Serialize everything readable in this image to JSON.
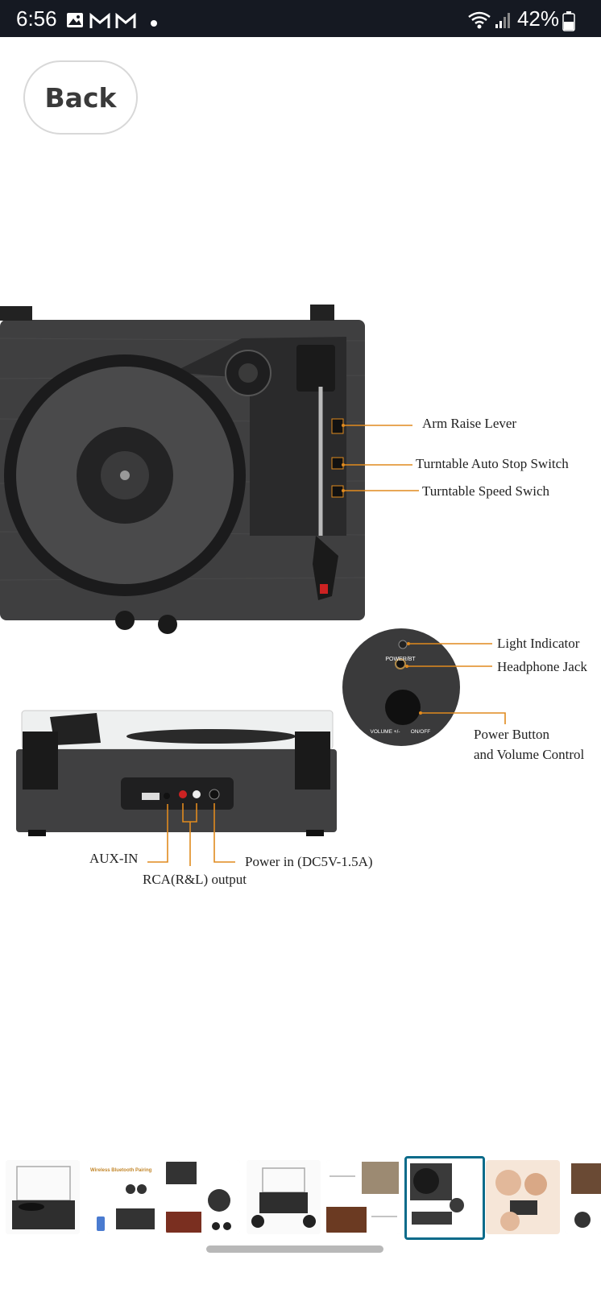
{
  "status_bar": {
    "time": "6:56",
    "battery": "42%",
    "notification_icons": [
      "gallery-icon",
      "gmail-icon",
      "gmail-icon",
      "dot-icon"
    ],
    "system_icons": [
      "wifi-icon",
      "signal-icon",
      "battery-icon"
    ]
  },
  "nav": {
    "back_label": "Back"
  },
  "product_image": {
    "callouts": {
      "arm_raise": "Arm Raise Lever",
      "auto_stop": "Turntable Auto Stop Switch",
      "speed": "Turntable Speed Swich",
      "light": "Light Indicator",
      "headphone": "Headphone Jack",
      "power_line1": "Power Button",
      "power_line2": "and Volume Control",
      "aux": "AUX-IN",
      "rca": "RCA(R&L) output",
      "dc": "Power in (DC5V-1.5A)"
    },
    "knob_labels": {
      "top": "POWER/BT",
      "volume": "VOLUME +/-",
      "onoff": "ON/OFF"
    }
  },
  "colors": {
    "callout_line": "#e08a1e",
    "selected_border": "#0a6b8a"
  },
  "thumbnails": {
    "selected_index": 5,
    "items": [
      {
        "name": "turntable-open-lid"
      },
      {
        "name": "wireless-bluetooth-pairing",
        "caption": "Wireless Bluetooth Pairing"
      },
      {
        "name": "features-list"
      },
      {
        "name": "turntable-with-speakers"
      },
      {
        "name": "lifestyle-records"
      },
      {
        "name": "controls-diagram"
      },
      {
        "name": "family-listening"
      },
      {
        "name": "accessories"
      }
    ]
  }
}
